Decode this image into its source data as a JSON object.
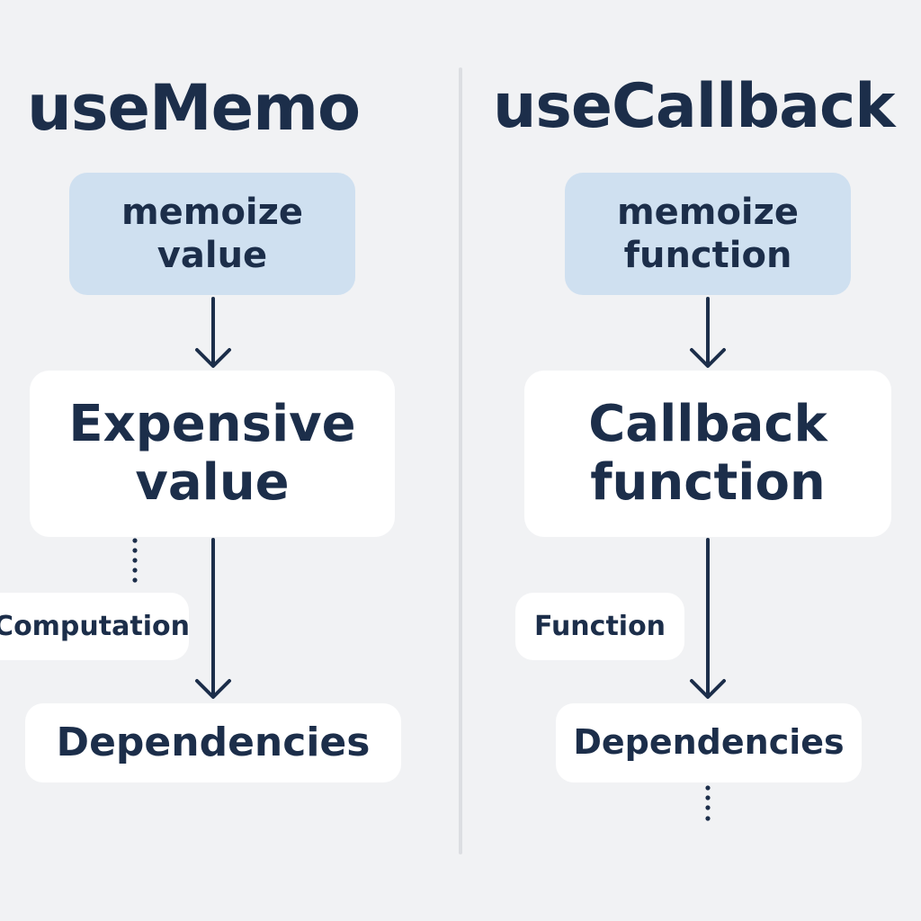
{
  "left": {
    "title": "useMemo",
    "tag": [
      "memoize",
      "value"
    ],
    "main": [
      "Expensive",
      "value"
    ],
    "side": "Computation",
    "bottom": "Dependencies"
  },
  "right": {
    "title": "useCallback",
    "tag": [
      "memoize",
      "function"
    ],
    "main": [
      "Callback",
      "function"
    ],
    "side": "Function",
    "bottom": "Dependencies"
  }
}
